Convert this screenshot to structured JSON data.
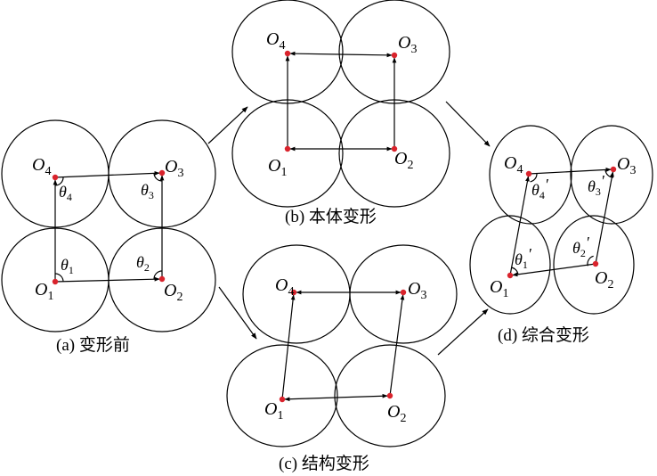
{
  "captions": {
    "a": "(a) 变形前",
    "b": "(b) 本体变形",
    "c": "(c) 结构变形",
    "d": "(d) 综合变形"
  },
  "nodes": {
    "O1": {
      "base": "O",
      "sub": "1"
    },
    "O2": {
      "base": "O",
      "sub": "2"
    },
    "O3": {
      "base": "O",
      "sub": "3"
    },
    "O4": {
      "base": "O",
      "sub": "4"
    }
  },
  "angles": {
    "a": [
      {
        "id": "theta1",
        "base": "θ",
        "sub": "1",
        "prime": ""
      },
      {
        "id": "theta2",
        "base": "θ",
        "sub": "2",
        "prime": ""
      },
      {
        "id": "theta3",
        "base": "θ",
        "sub": "3",
        "prime": ""
      },
      {
        "id": "theta4",
        "base": "θ",
        "sub": "4",
        "prime": ""
      }
    ],
    "d": [
      {
        "id": "theta1p",
        "base": "θ",
        "sub": "1",
        "prime": "′"
      },
      {
        "id": "theta2p",
        "base": "θ",
        "sub": "2",
        "prime": "′"
      },
      {
        "id": "theta3p",
        "base": "θ",
        "sub": "3",
        "prime": "′"
      },
      {
        "id": "theta4p",
        "base": "θ",
        "sub": "4",
        "prime": "′"
      }
    ]
  },
  "colors": {
    "node_dot": "#d9232c",
    "line": "#000000"
  }
}
